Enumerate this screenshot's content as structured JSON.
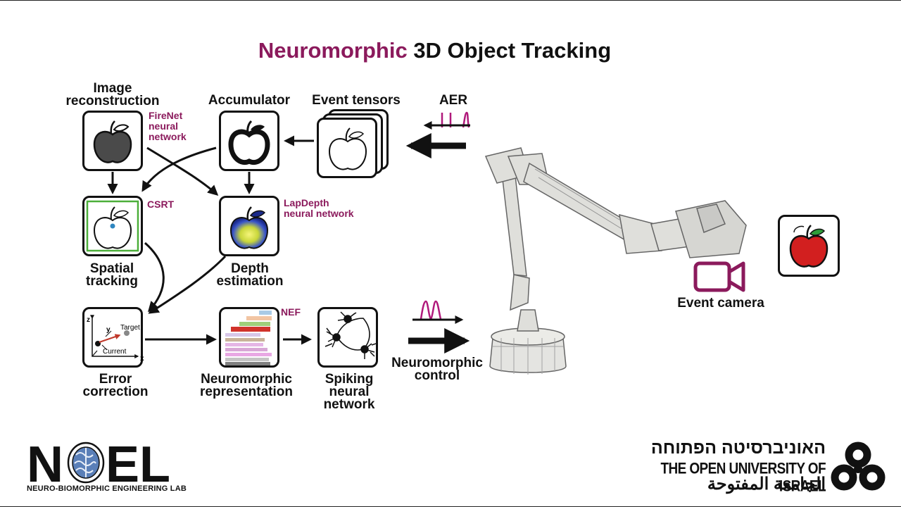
{
  "title": {
    "accent": "Neuromorphic",
    "rest": " 3D Object Tracking"
  },
  "nodes": {
    "image_reconstruction": "Image\nreconstruction",
    "accumulator": "Accumulator",
    "event_tensors": "Event tensors",
    "aer": "AER",
    "spatial_tracking": "Spatial\ntracking",
    "depth_estimation": "Depth\nestimation",
    "error_correction": "Error\ncorrection",
    "neuromorphic_representation": "Neuromorphic\nrepresentation",
    "spiking_neural_network": "Spiking\nneural\nnetwork",
    "neuromorphic_control": "Neuromorphic\ncontrol",
    "event_camera": "Event camera"
  },
  "sublabels": {
    "firenet": "FireNet\nneural\nnetwork",
    "csrt": "CSRT",
    "lapdepth": "LapDepth\nneural network",
    "nef": "NEF"
  },
  "error_plot": {
    "z": "z",
    "y": "y",
    "x": "x",
    "target": "Target",
    "current": "Current"
  },
  "logos": {
    "noel_letters": [
      "N",
      "EL"
    ],
    "noel_subtitle": "NEURO-BIOMORPHIC ENGINEERING LAB",
    "university_hebrew": "האוניברסיטה הפתוחה",
    "university_english": "THE OPEN UNIVERSITY OF ISRAEL",
    "university_arabic": "الجامعة المفتوحة"
  },
  "colors": {
    "accent": "#8b1a5c",
    "tracker_box": "#4caf3a",
    "apple_red": "#d21f1f"
  }
}
